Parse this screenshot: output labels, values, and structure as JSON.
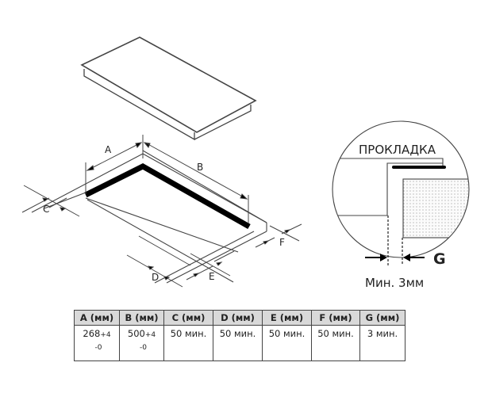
{
  "diagram": {
    "dimension_labels": [
      "A",
      "B",
      "C",
      "D",
      "E",
      "F"
    ],
    "detail_callout": {
      "gasket_label": "ПРОКЛАДКА",
      "gap_label": "G",
      "min_gap_note": "Мин. 3мм"
    }
  },
  "table": {
    "headers": [
      "A (мм)",
      "B (мм)",
      "C (мм)",
      "D (мм)",
      "E (мм)",
      "F (мм)",
      "G (мм)"
    ],
    "row": {
      "A": {
        "value": "268",
        "tol_plus": "+4",
        "tol_minus": "-0"
      },
      "B": {
        "value": "500",
        "tol_plus": "+4",
        "tol_minus": "-0"
      },
      "C": "50 мин.",
      "D": "50 мин.",
      "E": "50 мин.",
      "F": "50 мин.",
      "G": "3 мин."
    }
  },
  "colors": {
    "line": "#444444",
    "header_bg": "#d9d9d9",
    "cutout_frame": "#000000"
  }
}
